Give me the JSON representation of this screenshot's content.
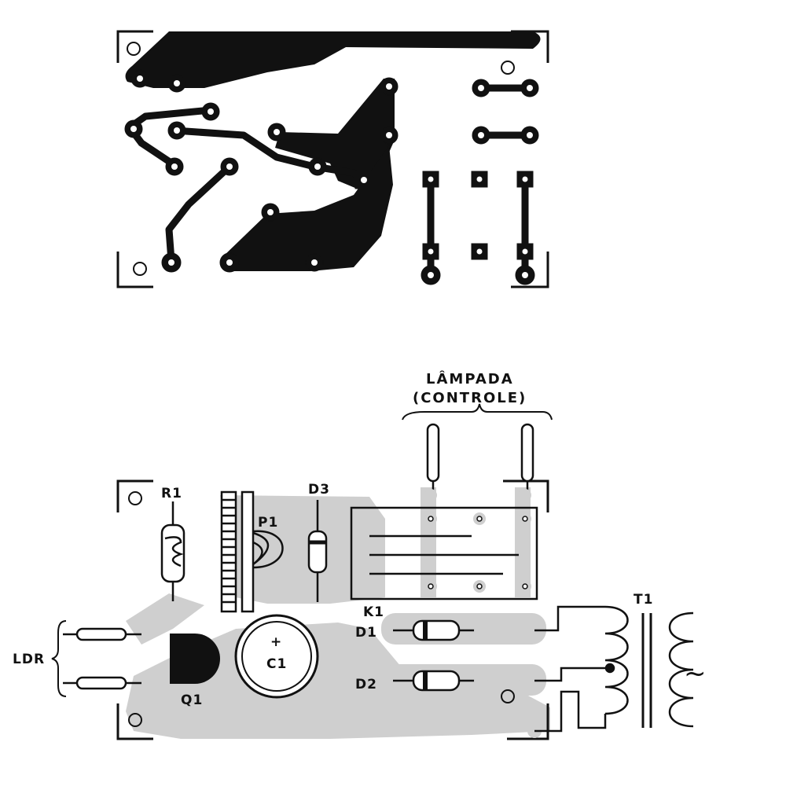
{
  "diagram": {
    "labels": {
      "r1": "R1",
      "p1": "P1",
      "d3": "D3",
      "k1": "K1",
      "d1": "D1",
      "d2": "D2",
      "t1": "T1",
      "q1": "Q1",
      "c1": "C1",
      "c1_plus": "+",
      "ldr": "LDR",
      "lamp_line1": "LÂMPADA",
      "lamp_line2": "(CONTROLE)",
      "ac_symbol": "~"
    },
    "colors": {
      "ink": "#111111",
      "copper_ghost": "#cfcfcf",
      "paper": "#ffffff"
    }
  }
}
